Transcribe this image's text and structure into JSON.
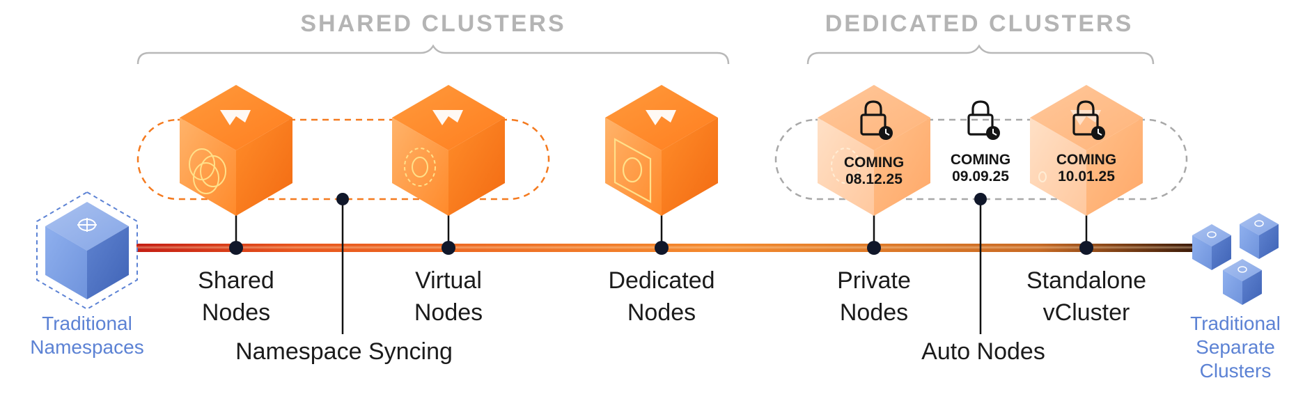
{
  "headers": {
    "shared": "SHARED CLUSTERS",
    "dedicated": "DEDICATED CLUSTERS"
  },
  "left_endpoint": {
    "label_lines": [
      "Traditional",
      "Namespaces"
    ]
  },
  "right_endpoint": {
    "label_lines": [
      "Traditional",
      "Separate",
      "Clusters"
    ]
  },
  "nodes": [
    {
      "id": "shared-nodes",
      "label_lines": [
        "Shared",
        "Nodes"
      ],
      "status": "available"
    },
    {
      "id": "virtual-nodes",
      "label_lines": [
        "Virtual",
        "Nodes"
      ],
      "status": "available"
    },
    {
      "id": "dedicated-nodes",
      "label_lines": [
        "Dedicated",
        "Nodes"
      ],
      "status": "available"
    },
    {
      "id": "private-nodes",
      "label_lines": [
        "Private",
        "Nodes"
      ],
      "status": "coming",
      "coming_lines": [
        "COMING",
        "08.12.25"
      ]
    },
    {
      "id": "standalone-vcluster",
      "label_lines": [
        "Standalone",
        "vCluster"
      ],
      "status": "coming",
      "coming_lines": [
        "COMING",
        "10.01.25"
      ]
    }
  ],
  "connectors": [
    {
      "id": "namespace-syncing",
      "label": "Namespace Syncing"
    },
    {
      "id": "auto-nodes",
      "label": "Auto Nodes",
      "coming_lines": [
        "COMING",
        "09.09.25"
      ]
    }
  ],
  "colors": {
    "orange": "#f47a1f",
    "orange_light": "#ffb066",
    "blue": "#5c82d4",
    "gray_header": "#b4b4b4",
    "timeline_start": "#c41e14",
    "timeline_mid": "#f48a2e",
    "timeline_end": "#3a1a08"
  },
  "icons": {
    "product_logo": "vcluster-logo-icon",
    "lock": "lock-clock-icon",
    "kubernetes": "kubernetes-helm-icon"
  }
}
